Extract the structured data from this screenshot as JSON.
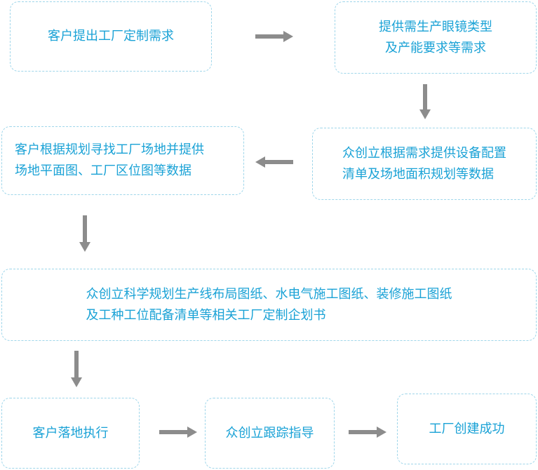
{
  "steps": {
    "s1": [
      "客户提出工厂定制需求"
    ],
    "s2": [
      "提供需生产眼镜类型",
      "及产能要求等需求"
    ],
    "s3": [
      "众创立根据需求提供设备配置",
      "清单及场地面积规划等数据"
    ],
    "s4": [
      "客户根据规划寻找工厂场地并提供",
      "场地平面图、工厂区位图等数据"
    ],
    "s5": [
      "众创立科学规划生产线布局图纸、水电气施工图纸、装修施工图纸",
      "及工种工位配备清单等相关工厂定制企划书"
    ],
    "s6": [
      "客户落地执行"
    ],
    "s7": [
      "众创立跟踪指导"
    ],
    "s8": [
      "工厂创建成功"
    ]
  },
  "colors": {
    "text": "#1aa2d6",
    "border": "#9fd6ea",
    "arrow": "#8c8c8c"
  }
}
